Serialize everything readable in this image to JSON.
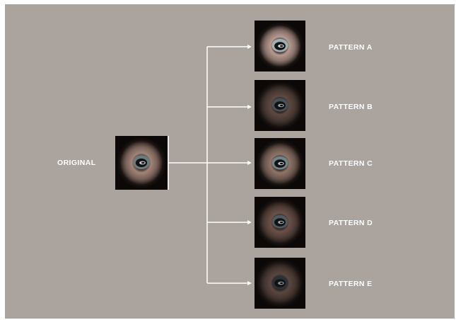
{
  "original": {
    "label": "ORIGINAL",
    "ring_color": "#a18478",
    "pupil_color": "#6b7a7c",
    "brightness": 0.85
  },
  "patterns": [
    {
      "id": "a",
      "label": "PATTERN A",
      "ring_color": "#b79a90",
      "pupil_color": "#9db0b4",
      "brightness": 1.0
    },
    {
      "id": "b",
      "label": "PATTERN B",
      "ring_color": "#5d4a42",
      "pupil_color": "#465258",
      "brightness": 0.55
    },
    {
      "id": "c",
      "label": "PATTERN C",
      "ring_color": "#8f7569",
      "pupil_color": "#6f8588",
      "brightness": 0.8
    },
    {
      "id": "d",
      "label": "PATTERN D",
      "ring_color": "#6a5248",
      "pupil_color": "#4f5b60",
      "brightness": 0.6
    },
    {
      "id": "e",
      "label": "PATTERN E",
      "ring_color": "#5a4740",
      "pupil_color": "#2c3135",
      "brightness": 0.45
    }
  ],
  "colors": {
    "background": "#aaa39e",
    "connector": "#ffffff",
    "label_text": "#ffffff"
  }
}
